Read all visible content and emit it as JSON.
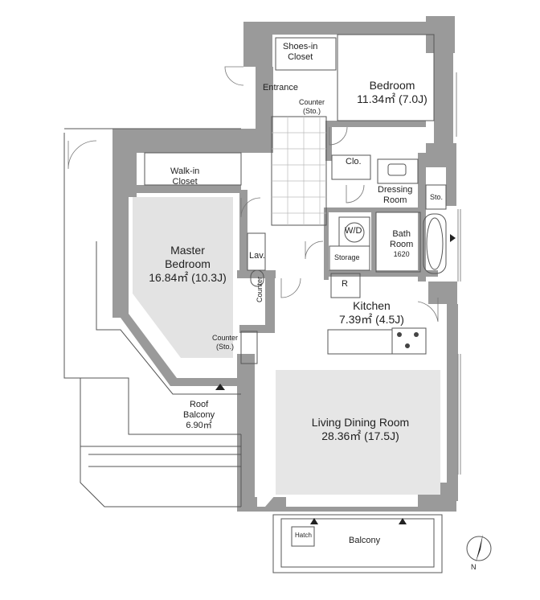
{
  "rooms": {
    "shoes_closet": [
      "Shoes-in",
      "Closet"
    ],
    "entrance": "Entrance",
    "counter_entrance": [
      "Counter",
      "(Sto.)"
    ],
    "bedroom": {
      "name": "Bedroom",
      "size": "11.34㎡  (7.0J)"
    },
    "clo": "Clo.",
    "dressing": [
      "Dressing",
      "Room"
    ],
    "sto": "Sto.",
    "walkin": [
      "Walk-in",
      "Closet"
    ],
    "master": {
      "name": [
        "Master",
        "Bedroom"
      ],
      "size": "16.84㎡  (10.3J)"
    },
    "wd": "W/D",
    "bath": {
      "name": [
        "Bath",
        "Room"
      ],
      "size": "1620"
    },
    "lav": "Lav.",
    "storage": "Storage",
    "r": "R",
    "kitchen": {
      "name": "Kitchen",
      "size": "7.39㎡ (4.5J)"
    },
    "counter_vertical": "Counter",
    "counter_master": [
      "Counter",
      "(Sto.)"
    ],
    "roof_balcony": {
      "name": [
        "Roof",
        "Balcony"
      ],
      "size": "6.90㎡"
    },
    "ldk": {
      "name": "Living Dining Room",
      "size": "28.36㎡  (17.5J)"
    },
    "hatch": "Hatch",
    "balcony": "Balcony"
  },
  "compass": "N"
}
